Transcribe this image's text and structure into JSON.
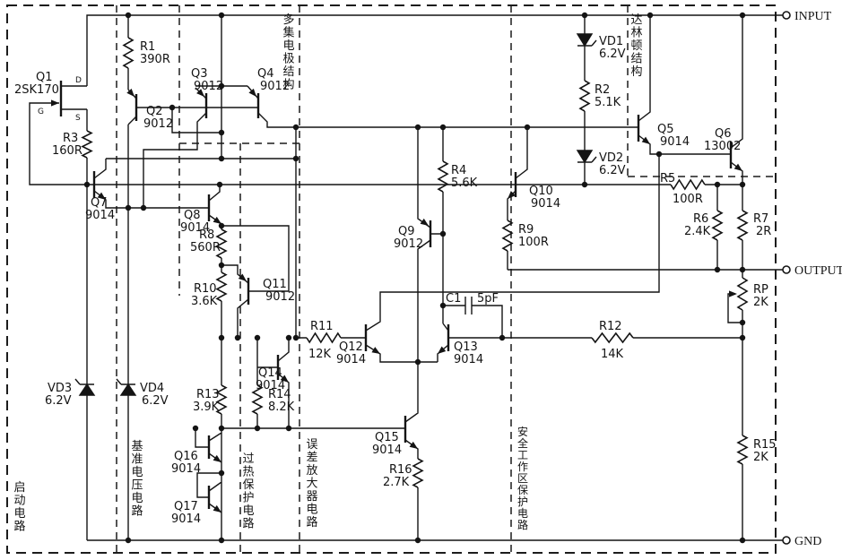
{
  "terminals": {
    "input": "INPUT",
    "output": "OUTPUT",
    "gnd": "GND"
  },
  "blocks": {
    "startup": {
      "label": "启动电路"
    },
    "reference": {
      "label": "基准电压电路"
    },
    "thermal": {
      "label": "过热保护电路"
    },
    "error_amp": {
      "label": "误差放大器电路"
    },
    "soa": {
      "label": "安全工作区保护电路"
    },
    "multi_collector": {
      "label": "多集电极结构"
    },
    "darlington": {
      "label": "达林顿结构"
    }
  },
  "pins": {
    "d": "D",
    "g": "G",
    "s": "S"
  },
  "components": {
    "Q1": {
      "ref": "Q1",
      "value": "2SK170"
    },
    "Q2": {
      "ref": "Q2",
      "value": "9012"
    },
    "Q3": {
      "ref": "Q3",
      "value": "9012"
    },
    "Q4": {
      "ref": "Q4",
      "value": "9012"
    },
    "Q5": {
      "ref": "Q5",
      "value": "9014"
    },
    "Q6": {
      "ref": "Q6",
      "value": "13002"
    },
    "Q7": {
      "ref": "Q7",
      "value": "9014"
    },
    "Q8": {
      "ref": "Q8",
      "value": "9014"
    },
    "Q9": {
      "ref": "Q9",
      "value": "9012"
    },
    "Q10": {
      "ref": "Q10",
      "value": "9014"
    },
    "Q11": {
      "ref": "Q11",
      "value": "9012"
    },
    "Q12": {
      "ref": "Q12",
      "value": "9014"
    },
    "Q13": {
      "ref": "Q13",
      "value": "9014"
    },
    "Q14": {
      "ref": "Q14",
      "value": "9014"
    },
    "Q15": {
      "ref": "Q15",
      "value": "9014"
    },
    "Q16": {
      "ref": "Q16",
      "value": "9014"
    },
    "Q17": {
      "ref": "Q17",
      "value": "9014"
    },
    "R1": {
      "ref": "R1",
      "value": "390R"
    },
    "R2": {
      "ref": "R2",
      "value": "5.1K"
    },
    "R3": {
      "ref": "R3",
      "value": "160R"
    },
    "R4": {
      "ref": "R4",
      "value": "5.6K"
    },
    "R5": {
      "ref": "R5",
      "value": "100R"
    },
    "R6": {
      "ref": "R6",
      "value": "2.4K"
    },
    "R7": {
      "ref": "R7",
      "value": "2R"
    },
    "R8": {
      "ref": "R8",
      "value": "560R"
    },
    "R9": {
      "ref": "R9",
      "value": "100R"
    },
    "R10": {
      "ref": "R10",
      "value": "3.6K"
    },
    "R11": {
      "ref": "R11",
      "value": "12K"
    },
    "R12": {
      "ref": "R12",
      "value": "14K"
    },
    "R13": {
      "ref": "R13",
      "value": "3.9K"
    },
    "R14": {
      "ref": "R14",
      "value": "8.2K"
    },
    "R15": {
      "ref": "R15",
      "value": "2K"
    },
    "R16": {
      "ref": "R16",
      "value": "2.7K"
    },
    "RP": {
      "ref": "RP",
      "value": "2K"
    },
    "C1": {
      "ref": "C1",
      "value": "5pF"
    },
    "VD1": {
      "ref": "VD1",
      "value": "6.2V"
    },
    "VD2": {
      "ref": "VD2",
      "value": "6.2V"
    },
    "VD3": {
      "ref": "VD3",
      "value": "6.2V"
    },
    "VD4": {
      "ref": "VD4",
      "value": "6.2V"
    }
  }
}
